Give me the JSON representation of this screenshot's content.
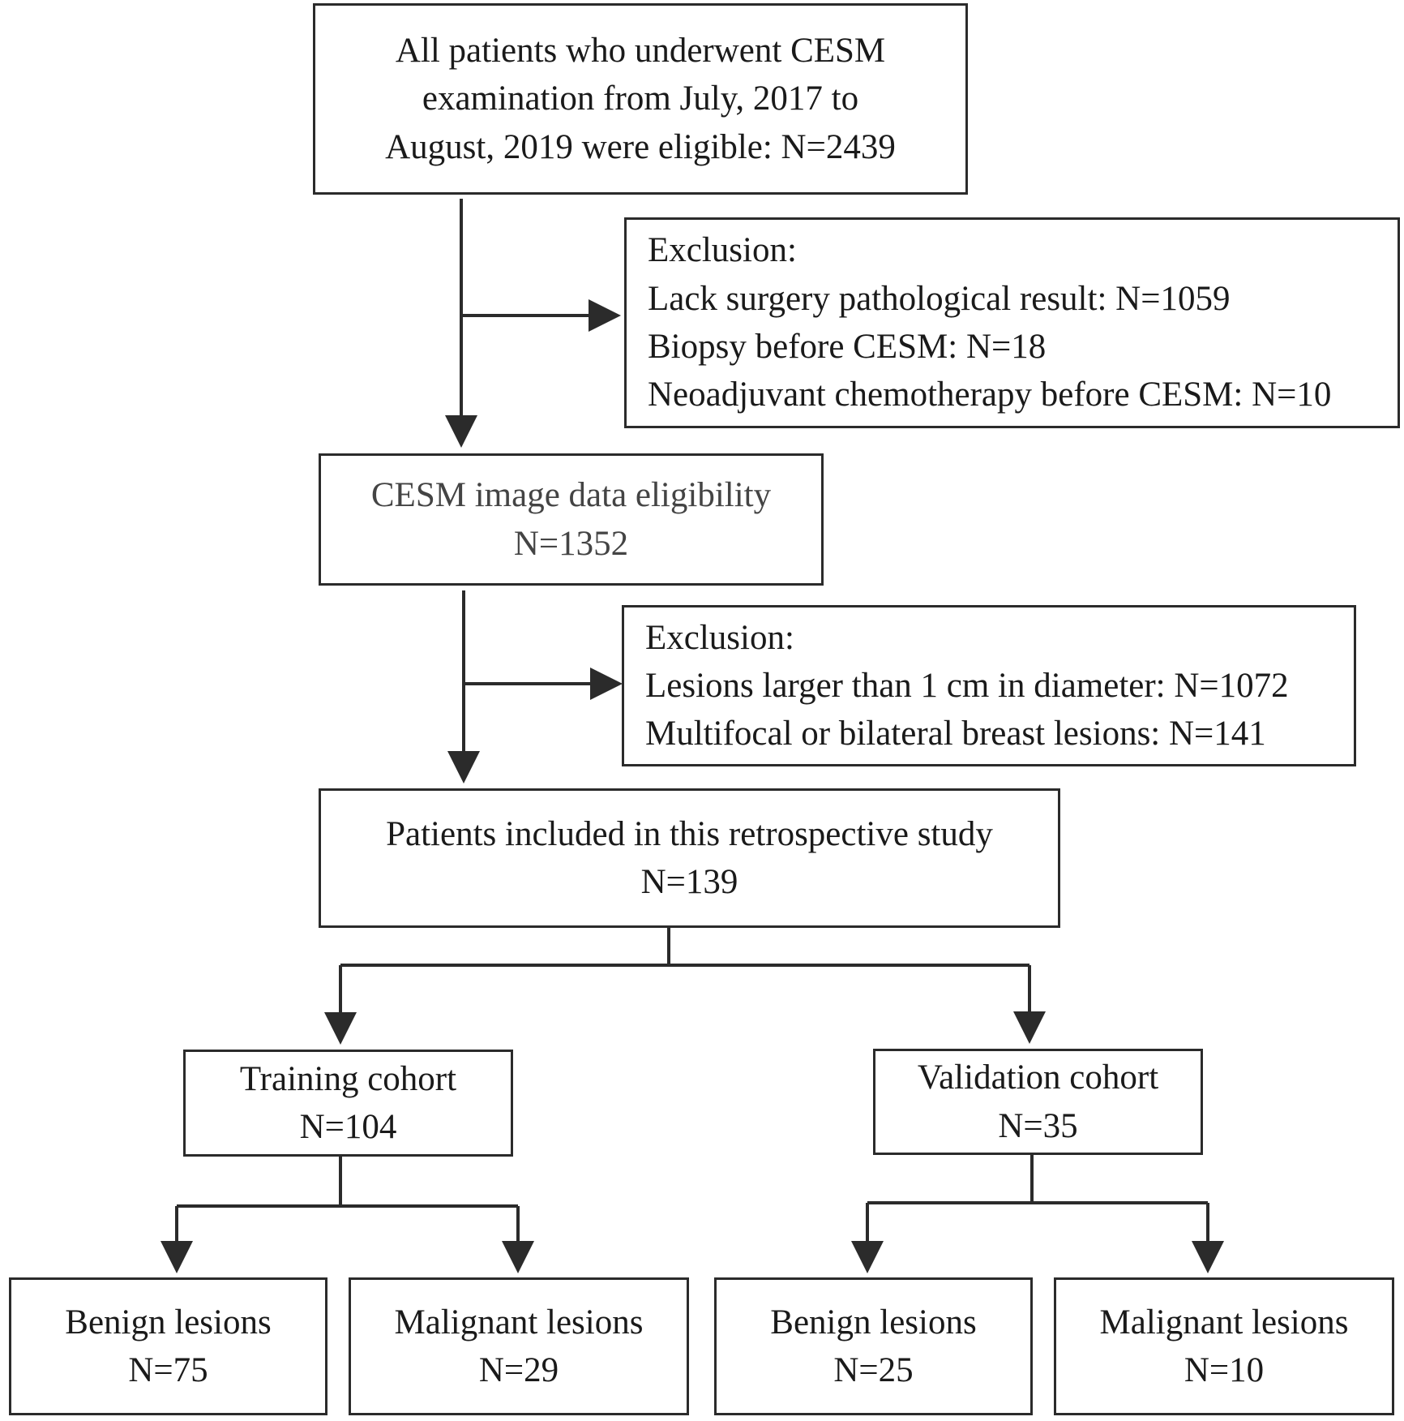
{
  "nodes": {
    "all_patients": {
      "lines": [
        "All patients who underwent CESM",
        "examination from July, 2017 to",
        "August, 2019 were eligible: N=2439"
      ]
    },
    "exclusion_1": {
      "lines": [
        "Exclusion:",
        "Lack surgery pathological result: N=1059",
        "Biopsy before CESM: N=18",
        "Neoadjuvant chemotherapy before CESM: N=10"
      ]
    },
    "cesm_eligibility": {
      "lines": [
        "CESM image data eligibility",
        "N=1352"
      ]
    },
    "exclusion_2": {
      "lines": [
        "Exclusion:",
        "Lesions larger than 1 cm in diameter: N=1072",
        "Multifocal or bilateral breast lesions: N=141"
      ]
    },
    "included": {
      "lines": [
        "Patients included in this retrospective study",
        "N=139"
      ]
    },
    "training": {
      "lines": [
        "Training cohort",
        "N=104"
      ]
    },
    "validation": {
      "lines": [
        "Validation cohort",
        "N=35"
      ]
    },
    "train_benign": {
      "lines": [
        "Benign lesions",
        "N=75"
      ]
    },
    "train_malignant": {
      "lines": [
        "Malignant lesions",
        "N=29"
      ]
    },
    "val_benign": {
      "lines": [
        "Benign lesions",
        "N=25"
      ]
    },
    "val_malignant": {
      "lines": [
        "Malignant lesions",
        "N=10"
      ]
    }
  },
  "edges": [
    {
      "from": "all_patients",
      "to": "cesm_eligibility"
    },
    {
      "from": "all_patients",
      "to": "exclusion_1"
    },
    {
      "from": "cesm_eligibility",
      "to": "included"
    },
    {
      "from": "cesm_eligibility",
      "to": "exclusion_2"
    },
    {
      "from": "included",
      "to": "training"
    },
    {
      "from": "included",
      "to": "validation"
    },
    {
      "from": "training",
      "to": "train_benign"
    },
    {
      "from": "training",
      "to": "train_malignant"
    },
    {
      "from": "validation",
      "to": "val_benign"
    },
    {
      "from": "validation",
      "to": "val_malignant"
    }
  ],
  "colors": {
    "stroke": "#2b2b2b",
    "text": "#1a1a1a"
  }
}
